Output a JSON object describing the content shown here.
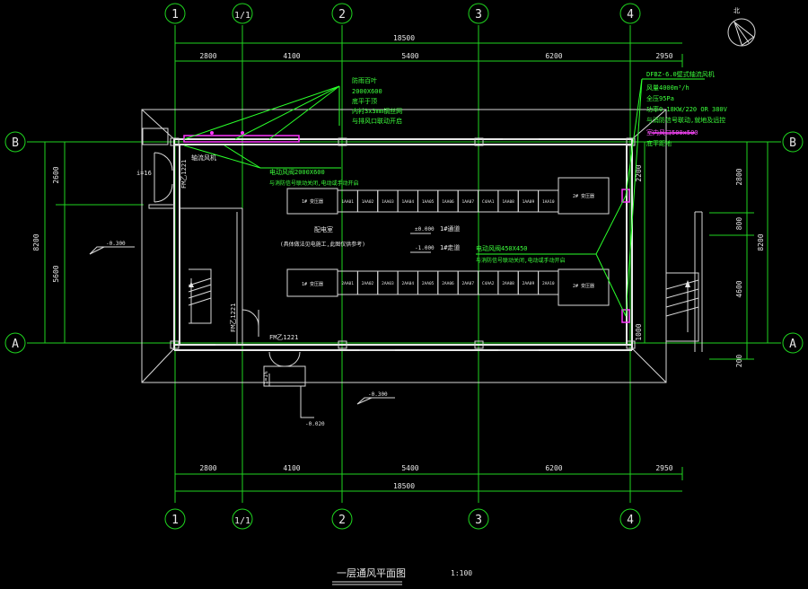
{
  "axes_top": [
    "1",
    "1/1",
    "2",
    "3",
    "4"
  ],
  "axes_bottom": [
    "1",
    "1/1",
    "2",
    "3",
    "4"
  ],
  "axes_side": [
    "B",
    "A"
  ],
  "dims_top_total": "18500",
  "dims_top": [
    "2800",
    "4100",
    "5400",
    "6200",
    "2950"
  ],
  "dims_bottom_total": "18500",
  "dims_bottom": [
    "2800",
    "4100",
    "5400",
    "6200",
    "2950"
  ],
  "dims_left": [
    "2600",
    "5600",
    "8200"
  ],
  "dims_right": [
    "2800",
    "800",
    "4600",
    "200",
    "8200"
  ],
  "dims_right_inner": [
    "2200",
    "1000"
  ],
  "elev": {
    "outer_left": "-0.300",
    "outer_bottom": "-0.300",
    "step": "-0.020",
    "room1": "±0.000",
    "room2": "-1.000",
    "entry": "i=16"
  },
  "room": {
    "name": "配电室",
    "note": "(具体做法见电施工,此图仅供参考)",
    "label1": "1#通道",
    "label2": "1#走道"
  },
  "doors": [
    "FM乙1221",
    "FM乙1221",
    "FM乙1221"
  ],
  "callout_left": {
    "line1": "防雨百叶",
    "line2": "2000X600",
    "line3": "底平于顶",
    "line4": "内衬3x3mm钢丝网",
    "line5": "与排风口联动开启"
  },
  "fan_label": "轴流风机",
  "callout_mid": {
    "line1": "电动风阀2000X600",
    "line2": "与消防信号联动关闭,电动或手动开启"
  },
  "callout_mid2": {
    "line1": "电动风阀450X450",
    "line2": "与消防信号联动关闭,电动或手动开启"
  },
  "callout_right": {
    "title": "DFBZ-6.0壁式轴流风机",
    "line1": "风量4000m³/h",
    "line2": "全压95Pa",
    "line3": "功率0.18KW/220 OR 380V",
    "line4": "与消防信号联动,就地及远控",
    "line5": "室内风口500x500",
    "line6": "底平距地"
  },
  "cabinets_top": [
    "1AA01",
    "1AA02",
    "1AA03",
    "1AA04",
    "1AA05",
    "1AA06",
    "1AA07",
    "C4AA1",
    "1AA08",
    "1AA09",
    "1AA10"
  ],
  "cabinets_top_big": [
    "1# 变压器",
    "2# 变压器"
  ],
  "cabinets_bottom": [
    "2AA01",
    "2AA02",
    "2AA03",
    "2AA04",
    "2AA05",
    "2AA06",
    "2AA07",
    "C4AA2",
    "2AA08",
    "2AA09",
    "2AA10"
  ],
  "cabinets_bottom_big": [
    "1# 变压器",
    "2# 变压器"
  ],
  "title": "一层通风平面图",
  "scale": "1:100",
  "north": "北"
}
